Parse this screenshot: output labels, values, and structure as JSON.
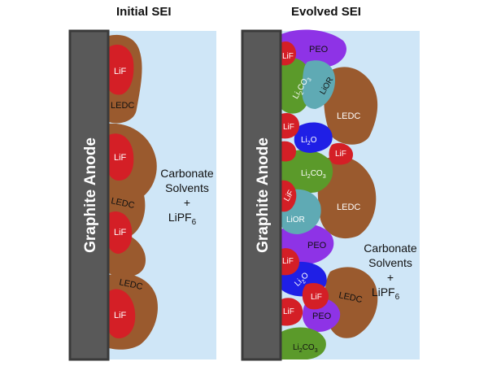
{
  "left_panel": {
    "title": "Initial SEI",
    "anode_label": "Graphite Anode",
    "electrolyte_line1": "Carbonate",
    "electrolyte_line2": "Solvents",
    "electrolyte_plus": "+",
    "electrolyte_salt": "LiPF",
    "electrolyte_salt_sub": "6",
    "labels": {
      "lif1": "LiF",
      "ledc1": "LEDC",
      "lif2": "LiF",
      "ledc2": "LEDC",
      "lif3": "LiF",
      "ledc3": "LEDC",
      "lif4": "LiF"
    }
  },
  "right_panel": {
    "title": "Evolved SEI",
    "anode_label": "Graphite Anode",
    "electrolyte_line1": "Carbonate",
    "electrolyte_line2": "Solvents",
    "electrolyte_plus": "+",
    "electrolyte_salt": "LiPF",
    "electrolyte_salt_sub": "6",
    "labels": {
      "peo1": "PEO",
      "lif1": "LiF",
      "li2co3_1": "Li",
      "li2co3_1_sub": "2",
      "li2co3_1_end": "CO",
      "li2co3_1_sub2": "3",
      "lior1": "LiOR",
      "ledc1": "LEDC",
      "lif2": "LiF",
      "li2o1": "Li",
      "li2o1_sub": "2",
      "li2o1_end": "O",
      "lif3": "LiF",
      "li2co3_2": "Li",
      "li2co3_2_sub": "2",
      "li2co3_2_end": "CO",
      "li2co3_2_sub2": "3",
      "lif4": "LiF",
      "lior2": "LiOR",
      "ledc2": "LEDC",
      "peo2": "PEO",
      "lif5": "LiF",
      "li2o2": "Li",
      "li2o2_sub": "2",
      "li2o2_end": "O",
      "lif6": "LiF",
      "ledc3": "LEDC",
      "lif7": "LiF",
      "peo3": "PEO",
      "li2co3_3": "Li",
      "li2co3_3_sub": "2",
      "li2co3_3_end": "CO",
      "li2co3_3_sub2": "3"
    }
  },
  "colors": {
    "electrolyte": "#cfe6f7",
    "anode_fill": "#595959",
    "anode_border": "#3a3a3a",
    "ledc": "#9a5a2e",
    "lif": "#d41f26",
    "peo": "#8e33e6",
    "li2co3": "#5b9a2a",
    "lior": "#5faab4",
    "li2o": "#1f1fe6"
  }
}
